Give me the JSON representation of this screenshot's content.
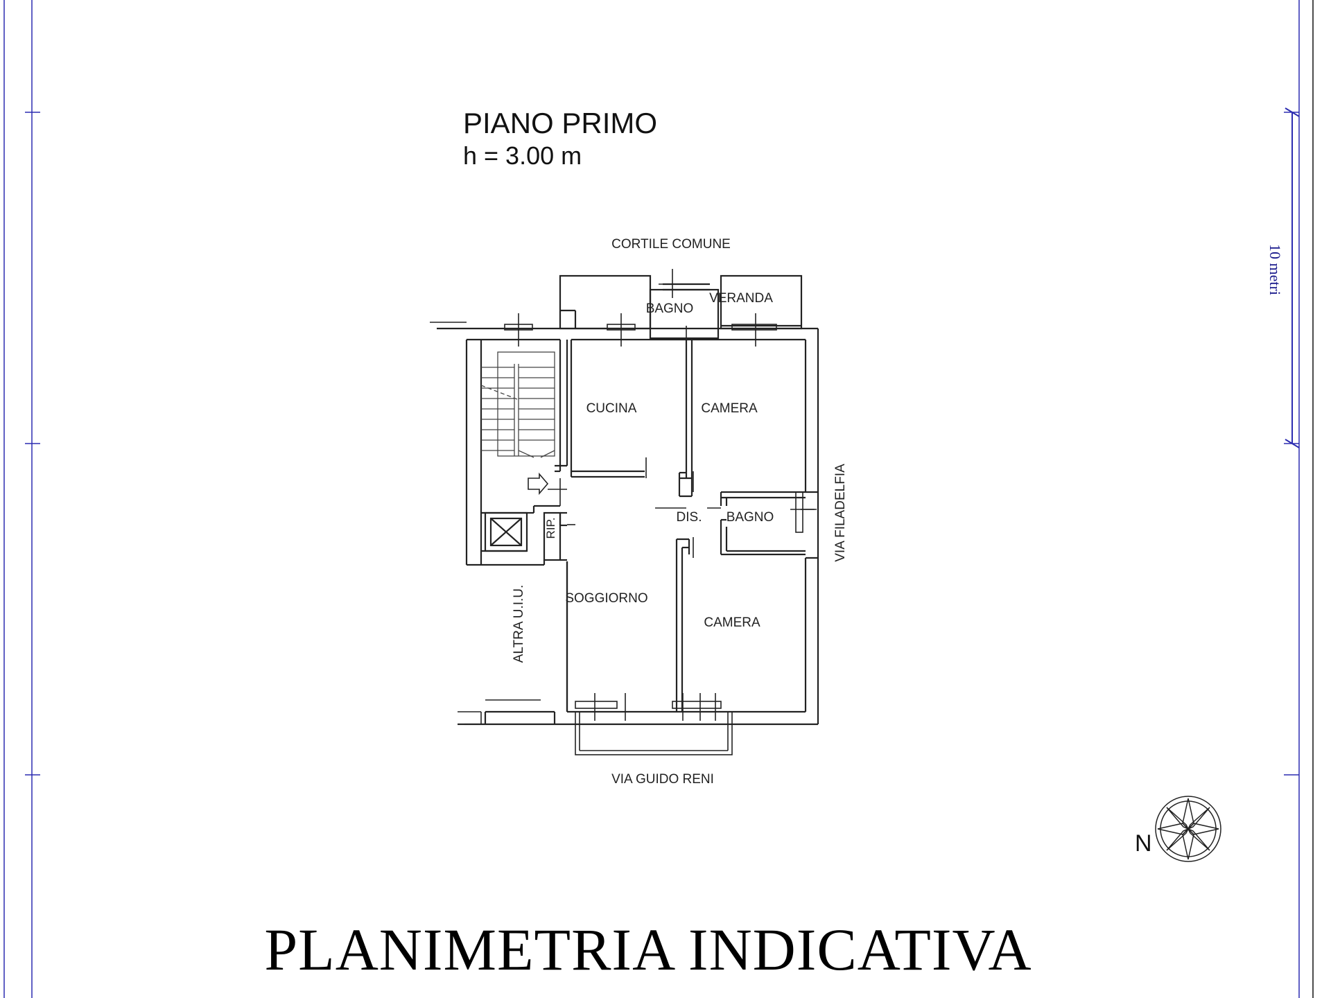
{
  "header": {
    "floor_title": "PIANO PRIMO",
    "floor_height": "h = 3.00 m"
  },
  "streets": {
    "top": "CORTILE COMUNE",
    "bottom": "VIA GUIDO RENI",
    "right": "VIA FILADELFIA",
    "left": "ALTRA U.I.U."
  },
  "rooms": {
    "bagno_top": "BAGNO",
    "veranda": "VERANDA",
    "cucina": "CUCINA",
    "camera_top": "CAMERA",
    "dis": "DIS.",
    "bagno_mid": "BAGNO",
    "rip": "RIP.",
    "soggiorno": "SOGGIORNO",
    "camera_bottom": "CAMERA"
  },
  "scale": {
    "label": "10 metri"
  },
  "compass": {
    "label": "N"
  },
  "footer": {
    "title": "PLANIMETRIA INDICATIVA"
  },
  "colors": {
    "frame": "#2b2bb0",
    "ink": "#222222"
  }
}
